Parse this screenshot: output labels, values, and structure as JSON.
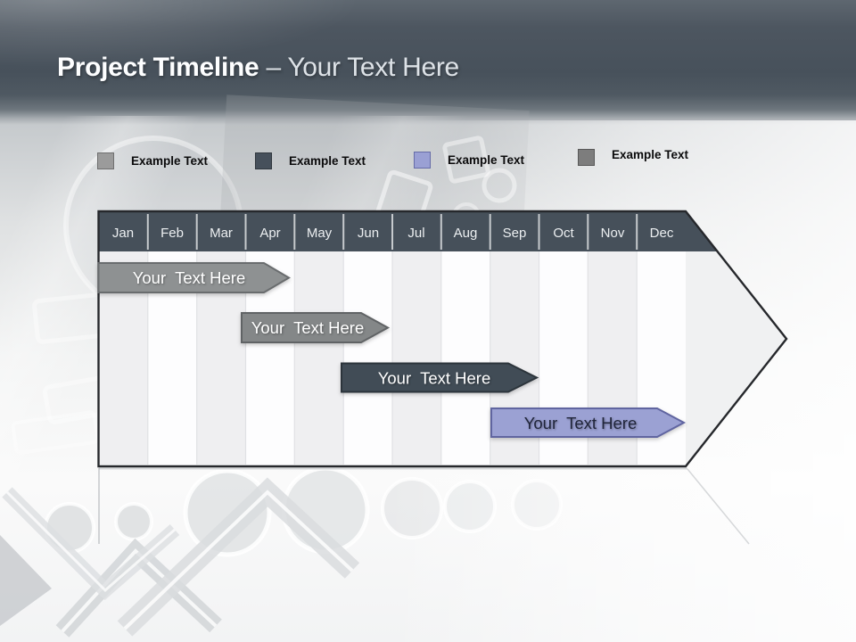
{
  "slide": {
    "title_bold": "Project Timeline",
    "title_rest": " – Your Text Here"
  },
  "legend": {
    "items": [
      {
        "label": "Example Text",
        "color": "#9b9b9b",
        "border": "#6f6f6f"
      },
      {
        "label": "Example Text",
        "color": "#46505b",
        "border": "#30373e"
      },
      {
        "label": "Example Text",
        "color": "#9aa0d4",
        "border": "#666ca8"
      },
      {
        "label": "Example Text",
        "color": "#7d7d7d",
        "border": "#585858"
      }
    ]
  },
  "timeline": {
    "header_color": "#46505a",
    "months": [
      "Jan",
      "Feb",
      "Mar",
      "Apr",
      "May",
      "Jun",
      "Jul",
      "Aug",
      "Sep",
      "Oct",
      "Nov",
      "Dec"
    ],
    "bars": [
      {
        "label": "Your  Text Here",
        "fill": "#8e9192",
        "stroke": "#696c6e",
        "text_color": "#ffffff",
        "start_month": "Jan",
        "end_month": "Apr"
      },
      {
        "label": "Your  Text Here",
        "fill": "#848788",
        "stroke": "#606365",
        "text_color": "#ffffff",
        "start_month": "Apr",
        "end_month": "Jun"
      },
      {
        "label": "Your  Text Here",
        "fill": "#414c56",
        "stroke": "#2c343b",
        "text_color": "#ffffff",
        "start_month": "Jun",
        "end_month": "Sep"
      },
      {
        "label": "Your  Text Here",
        "fill": "#9ba1d3",
        "stroke": "#6065a0",
        "text_color": "#20253a",
        "start_month": "Sep",
        "end_month": "Dec"
      }
    ]
  }
}
